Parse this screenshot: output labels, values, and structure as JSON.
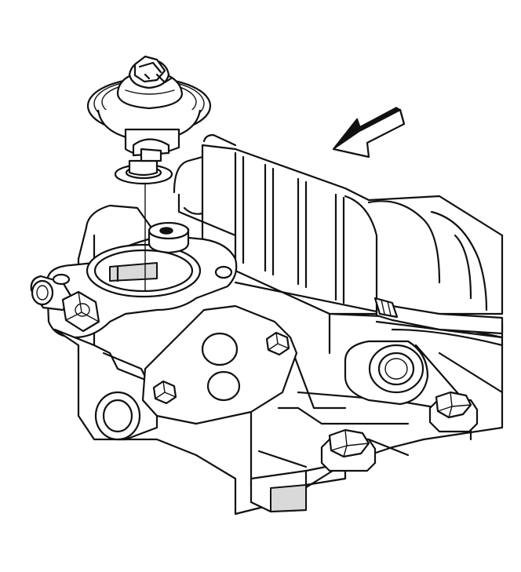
{
  "diagram": {
    "subject": "thermostat-installation",
    "parts": [
      {
        "id": "thermostat",
        "icon": "thermostat-icon"
      },
      {
        "id": "thermostat-seal",
        "icon": "gasket-icon"
      },
      {
        "id": "thermostat-housing",
        "icon": "housing-icon"
      },
      {
        "id": "engine-block",
        "icon": "engine-block-icon"
      },
      {
        "id": "direction-arrow",
        "icon": "arrow-icon"
      }
    ],
    "colors": {
      "line": "#111111",
      "background": "#ffffff",
      "shade": "#d9d9d9"
    }
  }
}
